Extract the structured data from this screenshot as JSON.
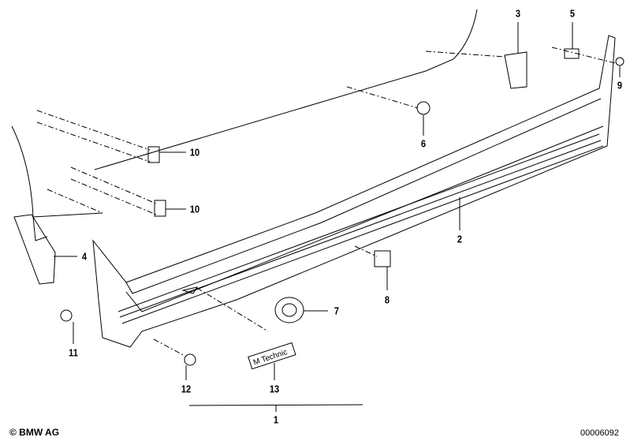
{
  "diagram": {
    "part_labels": [
      "1",
      "2",
      "3",
      "4",
      "5",
      "6",
      "7",
      "8",
      "9",
      "10",
      "10",
      "11",
      "12",
      "13"
    ],
    "badge_text": "M Technic"
  },
  "footer": {
    "copyright": "© BMW AG",
    "diagram_id": "00006092"
  }
}
